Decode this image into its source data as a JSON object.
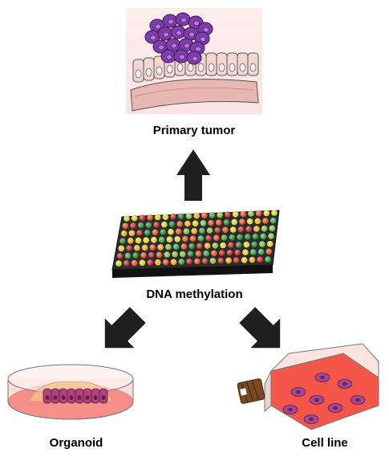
{
  "labels": {
    "primary_tumor": "Primary tumor",
    "dna_methylation": "DNA methylation",
    "organoid": "Organoid",
    "cell_line": "Cell line"
  },
  "colors": {
    "arrow": "#1f1f1f",
    "array_bg": "#2c2c2c",
    "dot_palette": [
      "#b81d1d",
      "#d7471c",
      "#e8a31c",
      "#d6cb2a",
      "#7fb53a",
      "#2f9a3a",
      "#1f7a2c"
    ],
    "tumor_cell": "#7b3aa6",
    "epithelium": "#f5d1cf",
    "stroma": "#e7b2ac",
    "media": "#f0584a",
    "organoid": "#b0437f"
  }
}
